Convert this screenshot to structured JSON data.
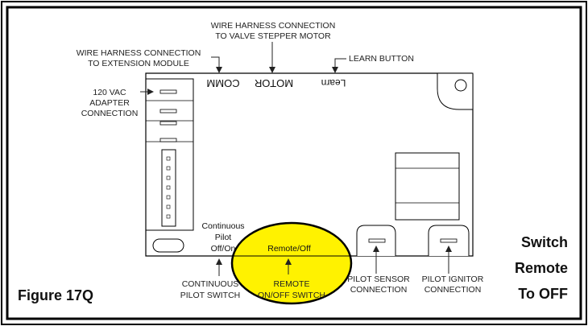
{
  "figure_label": "Figure 17Q",
  "instruction": {
    "line1": "Switch",
    "line2": "Remote",
    "line3": "To OFF"
  },
  "board": {
    "comm_label": "COMM",
    "motor_label": "MOTOR",
    "learn_label": "Learn",
    "continuous_label": {
      "line1": "Continuous",
      "line2": "Pilot",
      "line3": "Off/On"
    },
    "remote_label": "Remote/Off"
  },
  "callouts": {
    "valve_stepper": {
      "line1": "WIRE HARNESS CONNECTION",
      "line2": "TO VALVE STEPPER MOTOR"
    },
    "extension_module": {
      "line1": "WIRE HARNESS CONNECTION",
      "line2": "TO EXTENSION MODULE"
    },
    "learn_button": "LEARN BUTTON",
    "adapter": {
      "line1": "120 VAC",
      "line2": "ADAPTER",
      "line3": "CONNECTION"
    },
    "continuous_pilot_switch": {
      "line1": "CONTINUOUS",
      "line2": "PILOT SWITCH"
    },
    "remote_switch": {
      "line1": "REMOTE",
      "line2": "ON/OFF SWITCH"
    },
    "pilot_sensor": {
      "line1": "PILOT SENSOR",
      "line2": "CONNECTION"
    },
    "pilot_ignitor": {
      "line1": "PILOT IGNITOR",
      "line2": "CONNECTION"
    }
  },
  "highlight_color": "#fff200"
}
